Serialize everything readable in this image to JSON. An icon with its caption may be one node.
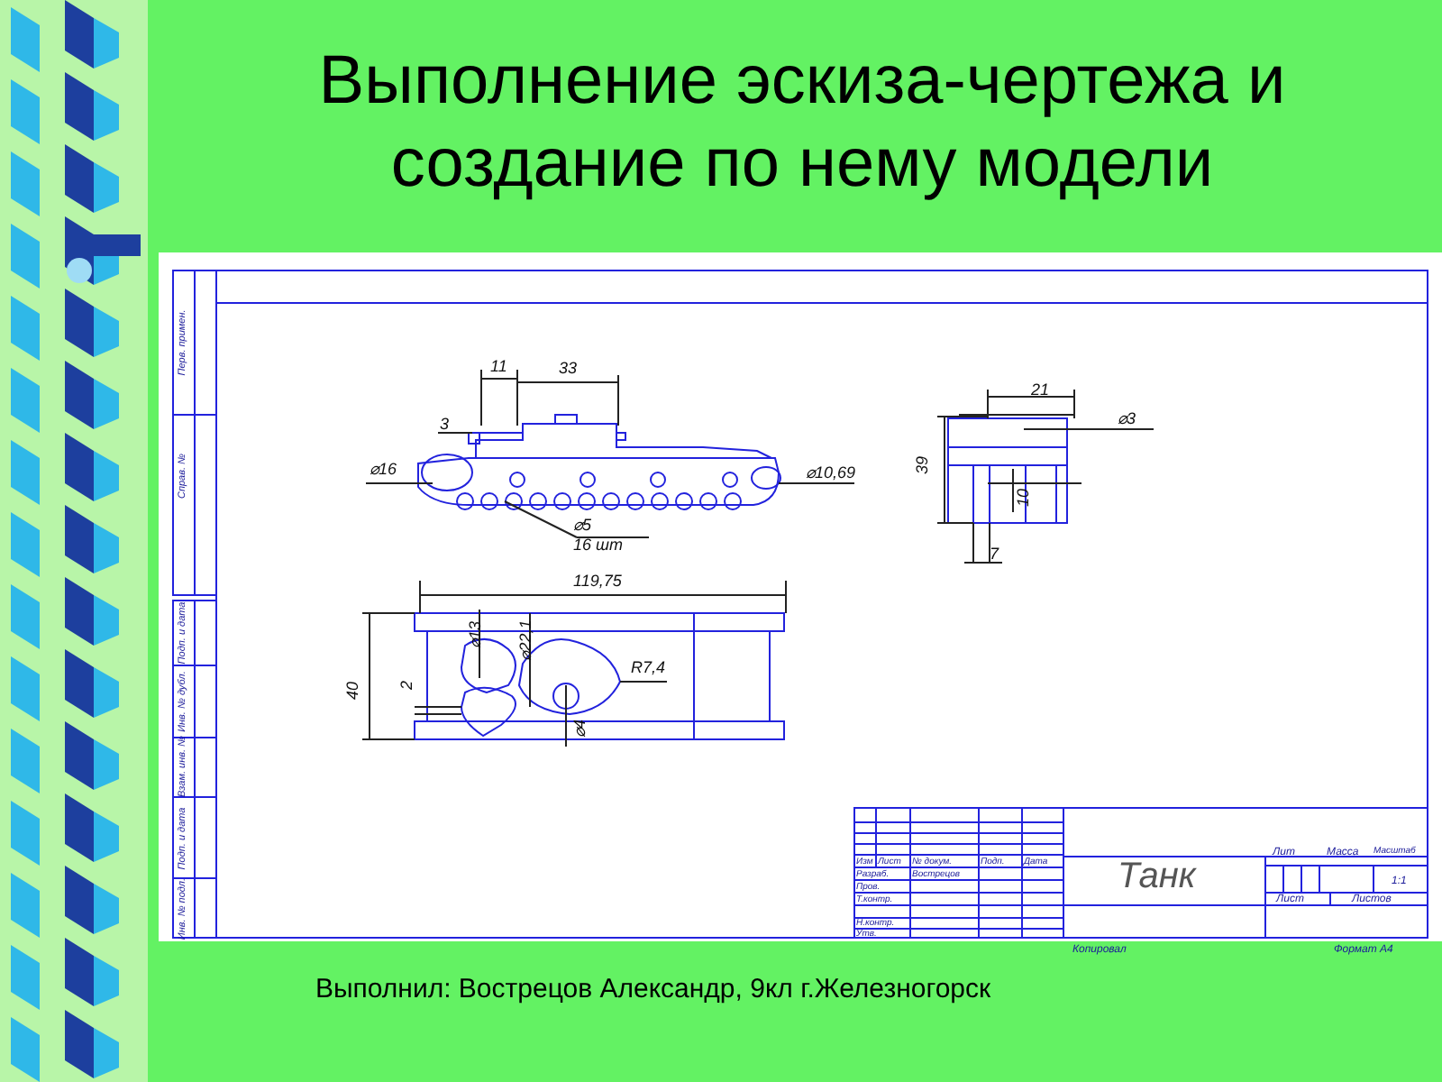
{
  "diagram": {
    "title": "Выполнение эскиза-чертежа и создание по нему модели",
    "caption": "Выполнил: Вострецов Александр, 9кл г.Железногорск",
    "labels": [
      "11",
      "33",
      "3",
      "⌀16",
      "⌀10,69",
      "⌀5",
      "16 шт",
      "21",
      "⌀3",
      "39",
      "10",
      "7",
      "119,75",
      "⌀13",
      "⌀22,1",
      "R7,4",
      "40",
      "2",
      "⌀4",
      "Перв. примен.",
      "Справ. №",
      "Подп. и дата",
      "Инв. № дубл.",
      "Взам. инв. №",
      "Подп. и дата",
      "Инв. № подл.",
      "Изм",
      "Лист",
      "№ докум.",
      "Подп.",
      "Дата",
      "Разраб.",
      "Вострецов",
      "Пров.",
      "Т.контр.",
      "Н.контр.",
      "Утв.",
      "Танк",
      "Лит",
      "Масса",
      "Масштаб",
      "1:1",
      "Лист",
      "Листов",
      "Копировал",
      "Формат А4"
    ]
  }
}
